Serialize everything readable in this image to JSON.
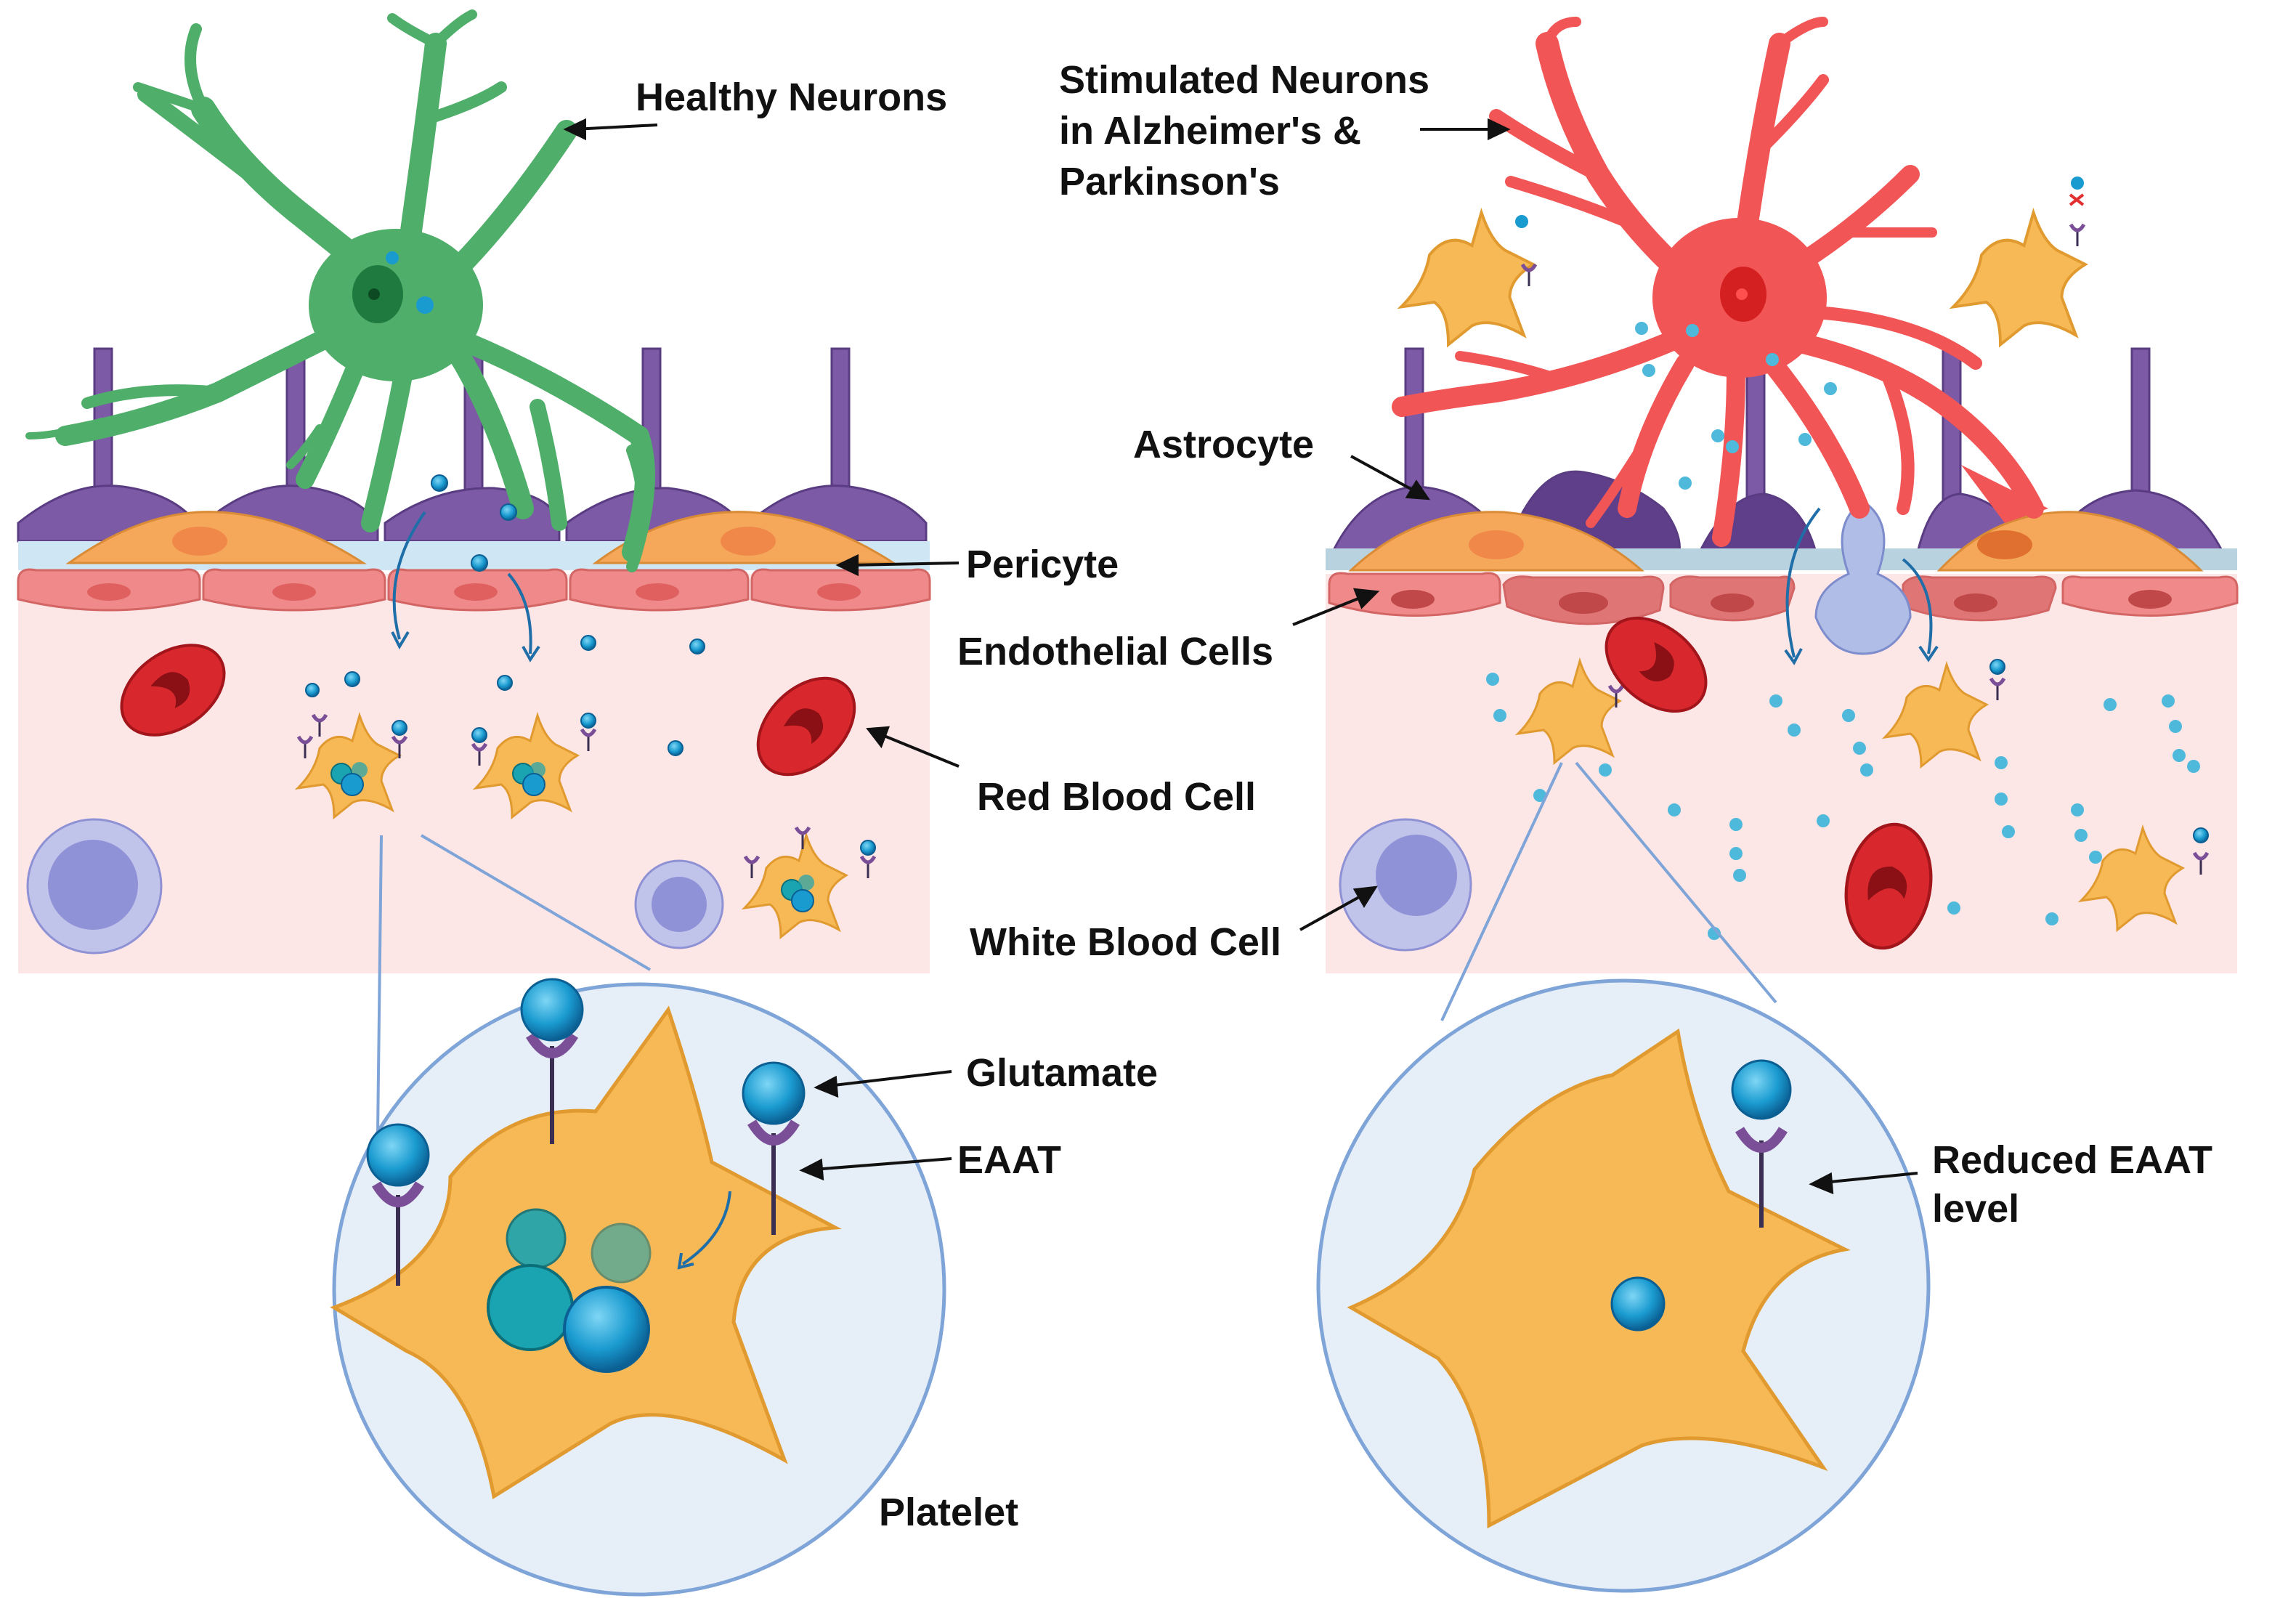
{
  "labels": {
    "healthy_neurons": "Healthy Neurons",
    "stimulated_line1": "Stimulated Neurons",
    "stimulated_line2": "in Alzheimer's &",
    "stimulated_line3": "Parkinson's",
    "astrocyte": "Astrocyte",
    "pericyte": "Pericyte",
    "endothelial": "Endothelial Cells",
    "red_blood_cell": "Red Blood Cell",
    "white_blood_cell": "White Blood Cell",
    "glutamate": "Glutamate",
    "eaat": "EAAT",
    "reduced_line1": "Reduced EAAT",
    "reduced_line2": "level",
    "platelet": "Platelet"
  },
  "colors": {
    "healthy_neuron": "#4fae6a",
    "stimulated_neuron": "#f25555",
    "astrocyte": "#7d5aa6",
    "pericyte": "#f5a85a",
    "endothelial": "#f08a8a",
    "blood_vessel": "#fde6e6",
    "red_blood_cell": "#d9272e",
    "white_blood_cell": "#a3a6dc",
    "platelet": "#f7b955",
    "glutamate": "#1a9bd0",
    "eaat": "#7a4f98",
    "zoom_circle": "#e6eef8"
  }
}
